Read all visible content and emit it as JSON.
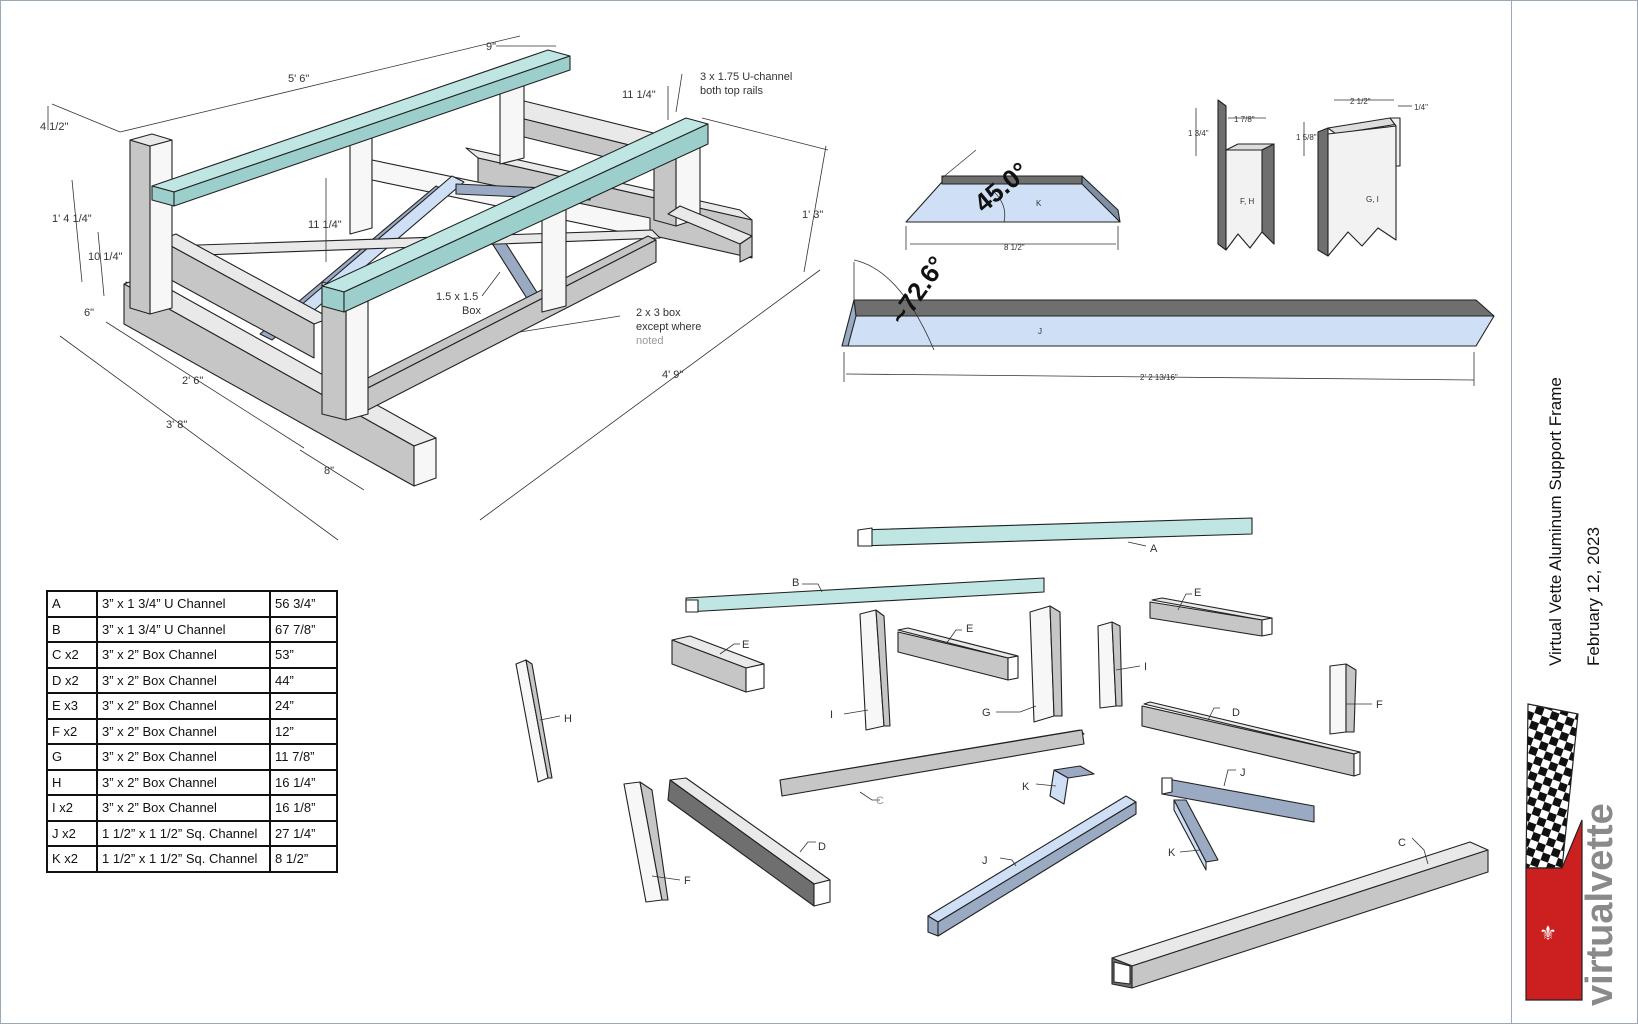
{
  "title": "Virtual Vette Aluminum Support Frame",
  "date": "February 12, 2023",
  "logo_text": "virtualvette",
  "frame_dimensions": {
    "top_width": "9\"",
    "top_length": "5' 6\"",
    "rail_height": "11 1/4\"",
    "rail_note": "3 x 1.75 U-channel both top rails",
    "overall_height": "1' 3\"",
    "left_offset": "4 1/2\"",
    "left_height": "1' 4 1/4\"",
    "inner_height": "10 1/4\"",
    "post_height": "11 1/4\"",
    "base_width": "6\"",
    "base_inner": "2' 6\"",
    "base_length": "3' 8\"",
    "base_end": "8\"",
    "overall_length": "4' 9\"",
    "brace_label": "1.5 x 1.5",
    "brace_type": "Box",
    "box_note_1": "2 x 3 box",
    "box_note_2": "except where",
    "box_note_3": "noted"
  },
  "detail_k": {
    "angle": "45.0°",
    "label": "K",
    "length": "8 1/2\""
  },
  "detail_j": {
    "angle": "~72.6°",
    "label": "J",
    "length": "2' 2 13/16\""
  },
  "detail_fh": {
    "label": "F, H",
    "width": "1 7/8\"",
    "height": "1 3/4\""
  },
  "detail_gi": {
    "label": "G, I",
    "width": "2 1/2\"",
    "height": "1 5/8\"",
    "lip": "1/4\""
  },
  "exploded_labels": {
    "a": "A",
    "b": "B",
    "e1": "E",
    "e2": "E",
    "e3": "E",
    "h": "H",
    "i1": "I",
    "i2": "I",
    "g": "G",
    "f1": "F",
    "f2": "F",
    "d1": "D",
    "d2": "D",
    "c1": "C",
    "c2": "C",
    "k1": "K",
    "k2": "K",
    "j1": "J",
    "j2": "J"
  },
  "parts_table": [
    {
      "id": "A",
      "desc": "3” x 1 3/4” U Channel",
      "len": "56 3/4”"
    },
    {
      "id": "B",
      "desc": "3” x 1 3/4” U Channel",
      "len": "67 7/8”"
    },
    {
      "id": "C  x2",
      "desc": "3” x 2” Box Channel",
      "len": "53”"
    },
    {
      "id": "D  x2",
      "desc": "3” x 2” Box Channel",
      "len": "44”"
    },
    {
      "id": "E  x3",
      "desc": "3” x 2” Box Channel",
      "len": "24”"
    },
    {
      "id": "F  x2",
      "desc": "3” x 2” Box Channel",
      "len": "12”"
    },
    {
      "id": "G",
      "desc": "3” x 2” Box Channel",
      "len": "11 7/8”"
    },
    {
      "id": "H",
      "desc": "3” x 2” Box Channel",
      "len": "16 1/4”"
    },
    {
      "id": "I  x2",
      "desc": "3” x 2” Box Channel",
      "len": "16 1/8”"
    },
    {
      "id": "J  x2",
      "desc": "1 1/2” x 1 1/2” Sq. Channel",
      "len": "27 1/4”"
    },
    {
      "id": "K  x2",
      "desc": "1 1/2” x 1 1/2” Sq. Channel",
      "len": "8 1/2”"
    }
  ]
}
